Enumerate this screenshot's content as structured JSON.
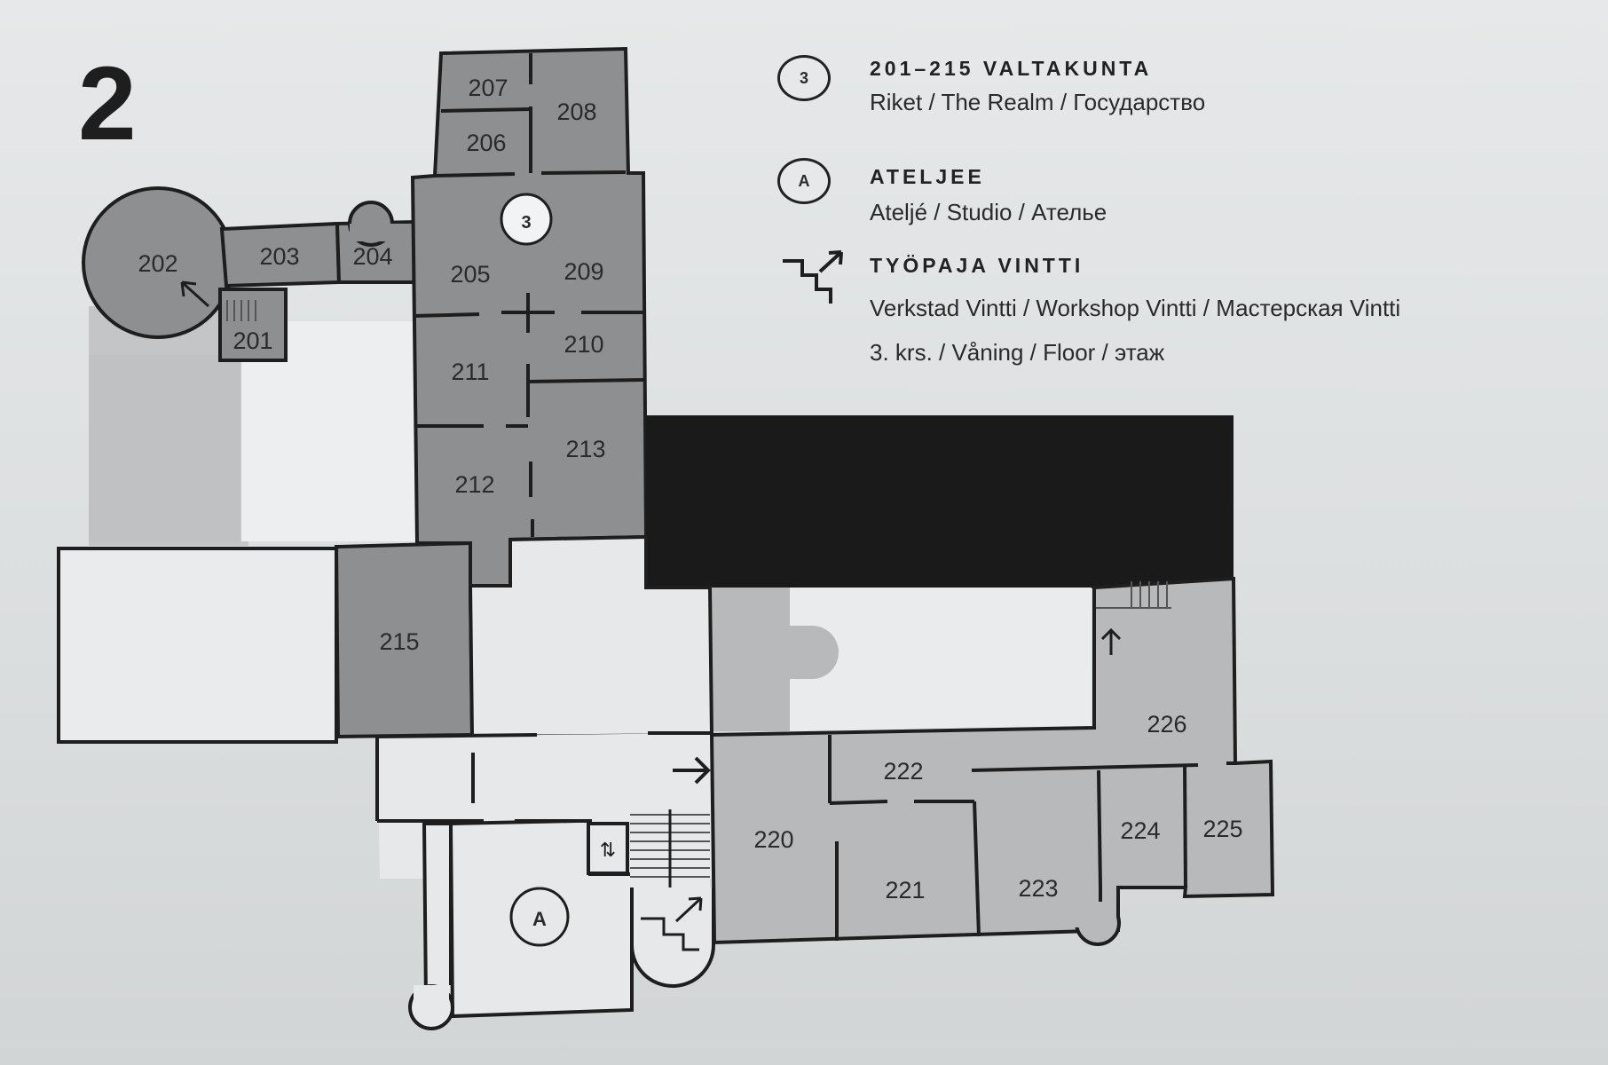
{
  "floor_number": "2",
  "rooms": {
    "r201": "201",
    "r202": "202",
    "r203": "203",
    "r204": "204",
    "r205": "205",
    "r206": "206",
    "r207": "207",
    "r208": "208",
    "r209": "209",
    "r210": "210",
    "r211": "211",
    "r212": "212",
    "r213": "213",
    "r215": "215",
    "r220": "220",
    "r221": "221",
    "r222": "222",
    "r223": "223",
    "r224": "224",
    "r225": "225",
    "r226": "226"
  },
  "markers": {
    "realm": "3",
    "studio": "A"
  },
  "legend": {
    "realm": {
      "symbol": "3",
      "title": "201–215  VALTAKUNTA",
      "subtitle": "Riket / The Realm / Государство"
    },
    "studio": {
      "symbol": "A",
      "title": "ATELJEE",
      "subtitle": "Ateljé / Studio / Ателье"
    },
    "workshop": {
      "icon": "stairs-up-icon",
      "title": "TYÖPAJA VINTTI",
      "subtitle": "Verkstad Vintti / Workshop Vintti / Мастерская Vintti",
      "floor_note": "3. krs. / Våning / Floor / этаж"
    }
  },
  "colors": {
    "paper": "#e6e8e9",
    "realm_rooms": "#8d8f91",
    "other_rooms": "#b7b9bb",
    "open_areas": "#e6e8e9",
    "blocked_area": "#1a1a1a",
    "walls": "#1e1e1e"
  }
}
